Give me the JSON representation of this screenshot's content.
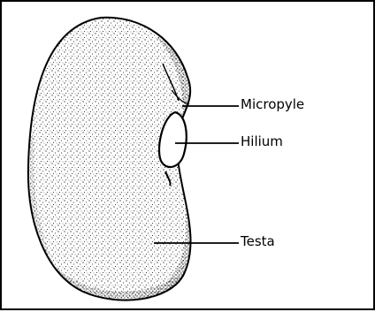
{
  "diagram": {
    "subject": "bean seed",
    "labels": {
      "micropyle": "Micropyle",
      "hilium": "Hilium",
      "testa": "Testa"
    },
    "colors": {
      "ink": "#000000",
      "background": "#ffffff"
    }
  }
}
